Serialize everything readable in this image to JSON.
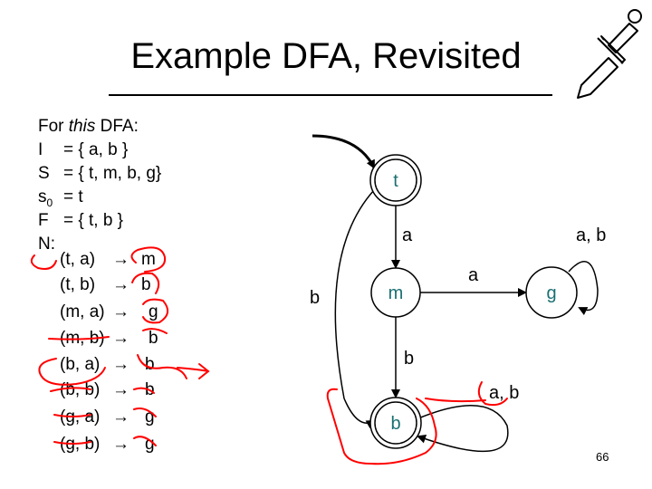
{
  "slide": {
    "title": "Example DFA, Revisited",
    "page_number": "66"
  },
  "definition": {
    "intro_prefix": "For ",
    "intro_italic": "this",
    "intro_suffix": " DFA:",
    "rows": [
      {
        "sym": "I",
        "eq": "= { a, b }"
      },
      {
        "sym": "S",
        "eq": "= { t, m, b, g}"
      },
      {
        "sym": "s0",
        "eq": "= t"
      },
      {
        "sym": "F",
        "eq": "= { t, b }"
      }
    ],
    "n_label": "N:",
    "transitions": [
      {
        "pair": "(t, a)",
        "arrow": "→",
        "to": "m"
      },
      {
        "pair": "(t, b)",
        "arrow": "→",
        "to": "b"
      },
      {
        "pair": "(m, a)",
        "arrow": "→",
        "to": "g"
      },
      {
        "pair": "(m, b)",
        "arrow": "→",
        "to": "b"
      },
      {
        "pair": "(b, a)",
        "arrow": "→",
        "to": "b"
      },
      {
        "pair": "(b, b)",
        "arrow": "→",
        "to": "b"
      },
      {
        "pair": "(g, a)",
        "arrow": "→",
        "to": "g"
      },
      {
        "pair": "(g, b)",
        "arrow": "→",
        "to": "g"
      }
    ]
  },
  "diagram": {
    "states": {
      "t": "t",
      "m": "m",
      "g": "g",
      "b": "b"
    },
    "edge_labels": {
      "t_to_m": "a",
      "t_to_b": "b",
      "m_to_g": "a",
      "m_to_b": "b",
      "g_loop": "a, b",
      "b_loop": "a, b"
    },
    "colors": {
      "node_text": "#1a6f72",
      "ink": "#ff0000",
      "line": "#000000"
    }
  },
  "icons": [
    "sword-icon"
  ]
}
